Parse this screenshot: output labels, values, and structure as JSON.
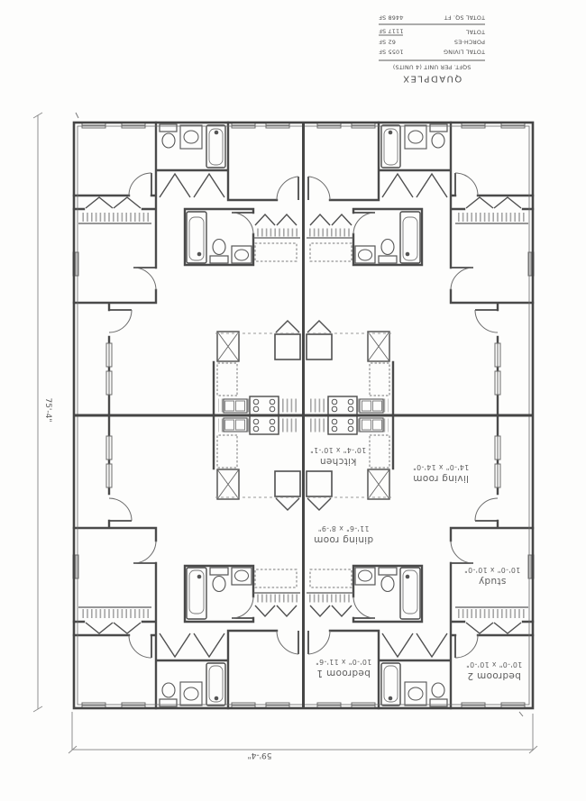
{
  "drawing": {
    "title_block": {
      "title": "QUADPLEX",
      "subtitle": "SQFT. PER UNIT (4 UNITS)",
      "rows": [
        {
          "label": "TOTAL LIVING",
          "value": "1055 SF"
        },
        {
          "label": "PORCH-ES",
          "value": "62 SF"
        },
        {
          "label": "TOTAL",
          "value": "1117 SF"
        },
        {
          "label": "TOTAL SQ. FT",
          "value": "4468 SF"
        }
      ]
    },
    "dimensions": {
      "overall_height": "75'-4\"",
      "overall_width": "59'-4\""
    },
    "rooms": {
      "kitchen": {
        "name": "kitchen",
        "size": "10'-4\" x 10'-1\""
      },
      "dining_room": {
        "name": "dining room",
        "size": "11'-6\" x 8'-9\""
      },
      "living_room": {
        "name": "living room",
        "size": "14'-0\" x 14'-0\""
      },
      "study": {
        "name": "study",
        "size": "10'-0\" x 10'-0\""
      },
      "bedroom_1": {
        "name": "bedroom 1",
        "size": "10'-0\" x 11'-6\""
      },
      "bedroom_2": {
        "name": "bedroom 2",
        "size": "10'-0\" x 10'-0\""
      }
    },
    "colors": {
      "wall": "#4a4a4a",
      "thin_line": "#8a8a8a",
      "background": "#fdfdfc"
    }
  }
}
